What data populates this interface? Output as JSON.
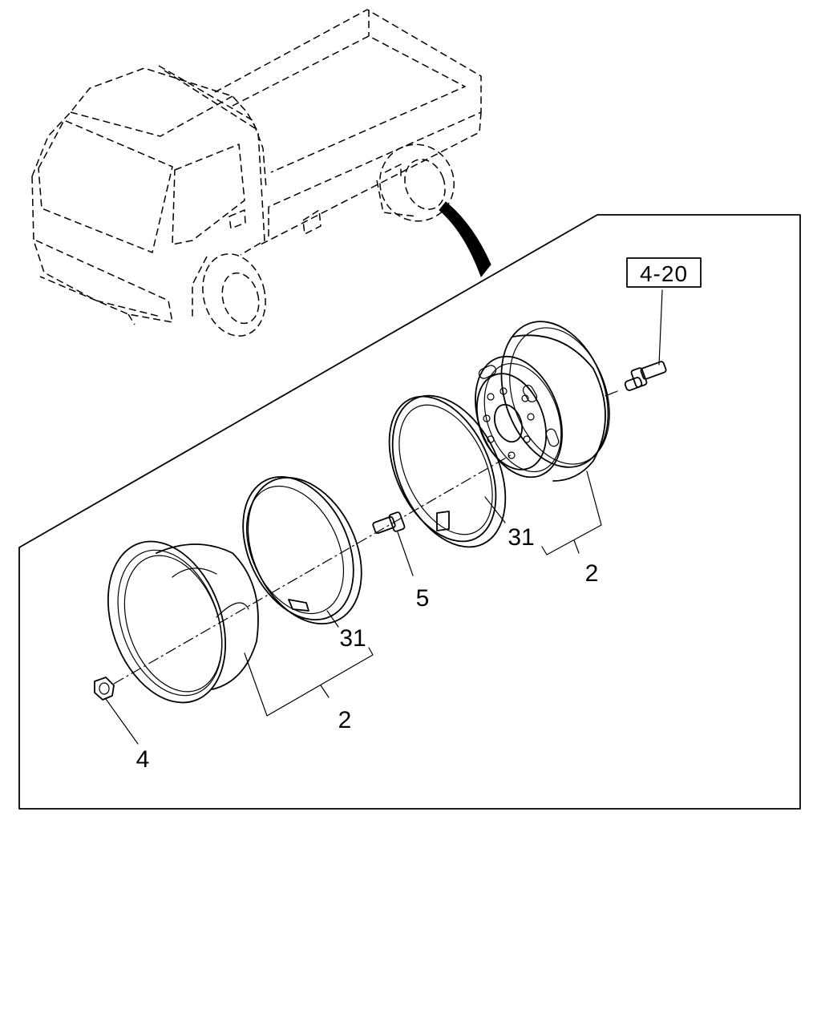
{
  "diagram": {
    "reference_box": "4-20",
    "callouts": {
      "rim_inner_ring": "31",
      "rim_outer_ring": "31",
      "hub_bolt": "5",
      "wheel_rear": "2",
      "wheel_front": "2",
      "wheel_nut": "4"
    }
  }
}
